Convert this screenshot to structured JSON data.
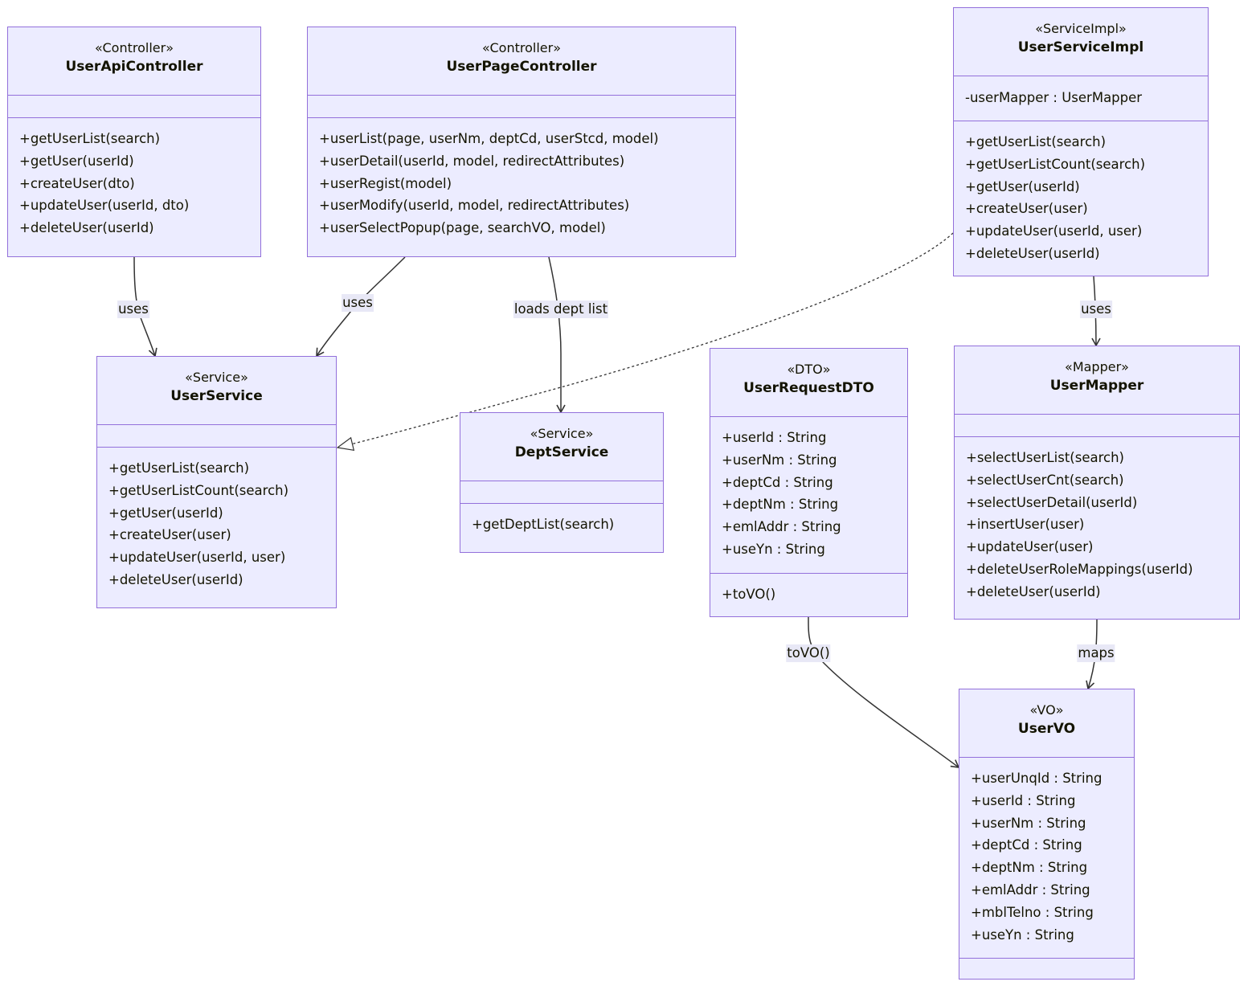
{
  "classes": {
    "user_api_controller": {
      "stereotype": "«Controller»",
      "name": "UserApiController",
      "attributes": [],
      "methods": [
        "+getUserList(search)",
        "+getUser(userId)",
        "+createUser(dto)",
        "+updateUser(userId, dto)",
        "+deleteUser(userId)"
      ]
    },
    "user_page_controller": {
      "stereotype": "«Controller»",
      "name": "UserPageController",
      "attributes": [],
      "methods": [
        "+userList(page, userNm, deptCd, userStcd, model)",
        "+userDetail(userId, model, redirectAttributes)",
        "+userRegist(model)",
        "+userModify(userId, model, redirectAttributes)",
        "+userSelectPopup(page, searchVO, model)"
      ]
    },
    "user_service_impl": {
      "stereotype": "«ServiceImpl»",
      "name": "UserServiceImpl",
      "attributes": [
        "-userMapper : UserMapper"
      ],
      "methods": [
        "+getUserList(search)",
        "+getUserListCount(search)",
        "+getUser(userId)",
        "+createUser(user)",
        "+updateUser(userId, user)",
        "+deleteUser(userId)"
      ]
    },
    "user_service": {
      "stereotype": "«Service»",
      "name": "UserService",
      "attributes": [],
      "methods": [
        "+getUserList(search)",
        "+getUserListCount(search)",
        "+getUser(userId)",
        "+createUser(user)",
        "+updateUser(userId, user)",
        "+deleteUser(userId)"
      ]
    },
    "dept_service": {
      "stereotype": "«Service»",
      "name": "DeptService",
      "attributes": [],
      "methods": [
        "+getDeptList(search)"
      ]
    },
    "user_request_dto": {
      "stereotype": "«DTO»",
      "name": "UserRequestDTO",
      "attributes": [
        "+userId : String",
        "+userNm : String",
        "+deptCd : String",
        "+deptNm : String",
        "+emlAddr : String",
        "+useYn : String"
      ],
      "methods": [
        "+toVO()"
      ]
    },
    "user_mapper": {
      "stereotype": "«Mapper»",
      "name": "UserMapper",
      "attributes": [],
      "methods": [
        "+selectUserList(search)",
        "+selectUserCnt(search)",
        "+selectUserDetail(userId)",
        "+insertUser(user)",
        "+updateUser(user)",
        "+deleteUserRoleMappings(userId)",
        "+deleteUser(userId)"
      ]
    },
    "user_vo": {
      "stereotype": "«VO»",
      "name": "UserVO",
      "attributes": [
        "+userUnqId : String",
        "+userId : String",
        "+userNm : String",
        "+deptCd : String",
        "+deptNm : String",
        "+emlAddr : String",
        "+mblTelno : String",
        "+useYn : String"
      ],
      "methods": []
    }
  },
  "edges": [
    {
      "from": "UserApiController",
      "to": "UserService",
      "label": "uses",
      "style": "solid"
    },
    {
      "from": "UserPageController",
      "to": "UserService",
      "label": "uses",
      "style": "solid"
    },
    {
      "from": "UserPageController",
      "to": "DeptService",
      "label": "loads dept list",
      "style": "solid"
    },
    {
      "from": "UserServiceImpl",
      "to": "UserService",
      "label": "",
      "style": "dashed-realization"
    },
    {
      "from": "UserServiceImpl",
      "to": "UserMapper",
      "label": "uses",
      "style": "solid"
    },
    {
      "from": "UserRequestDTO",
      "to": "UserVO",
      "label": "toVO()",
      "style": "solid"
    },
    {
      "from": "UserMapper",
      "to": "UserVO",
      "label": "maps",
      "style": "solid"
    }
  ],
  "colors": {
    "fill": "#ECECFF",
    "stroke": "#9370DB",
    "line": "#333333",
    "label_bg": "#E8E8F6"
  }
}
